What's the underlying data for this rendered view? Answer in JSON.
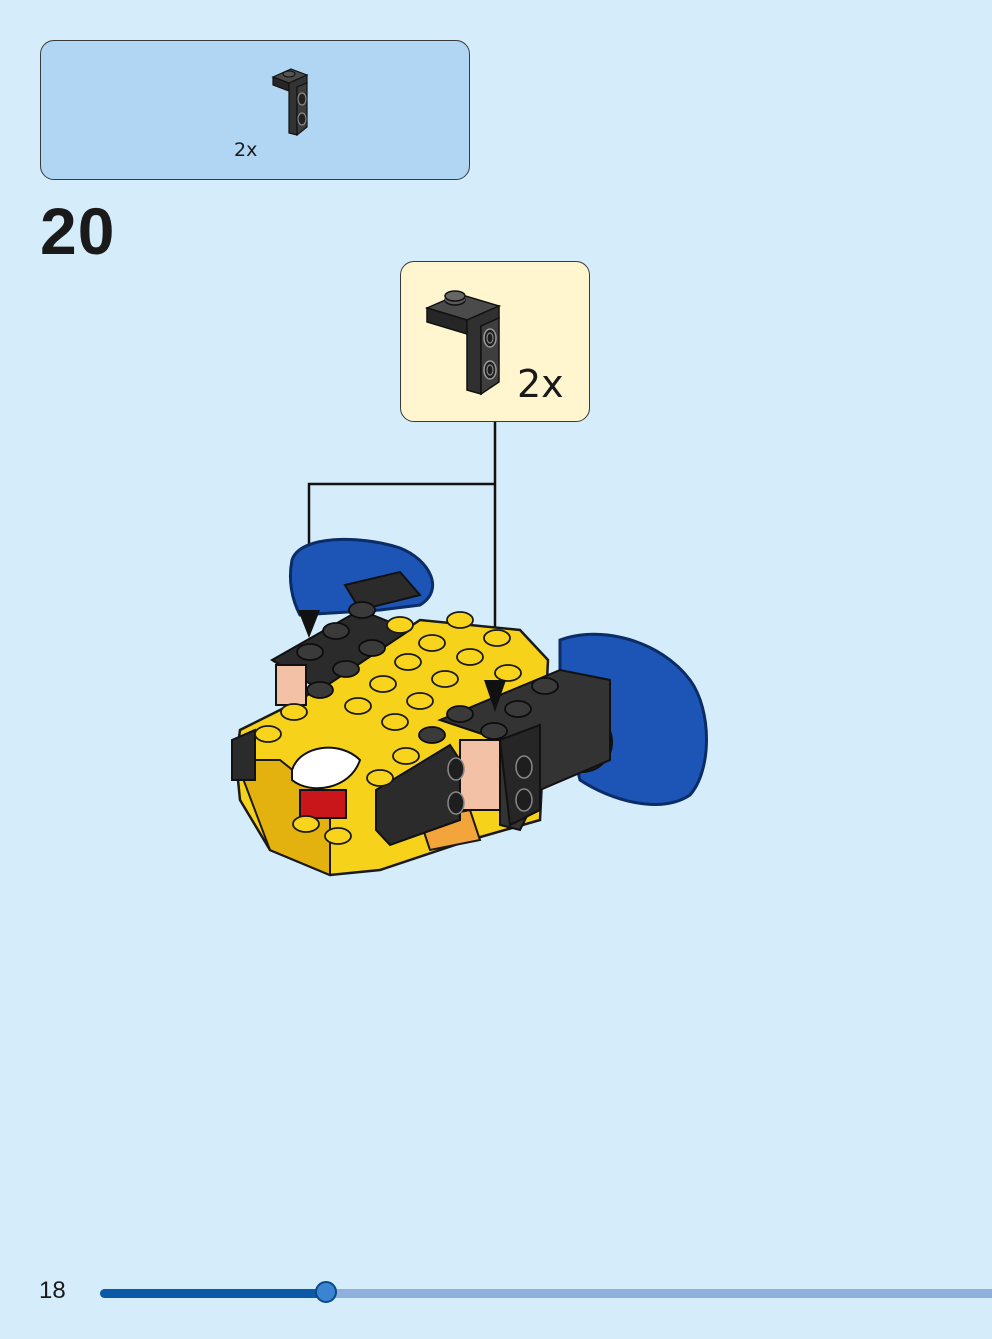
{
  "parts_list": {
    "count_label": "2x",
    "piece_icon": "bracket-1x2-2x2-dark-grey-icon"
  },
  "step": {
    "number": "20"
  },
  "callout": {
    "count_label": "2x",
    "piece_icon": "bracket-1x2-2x2-dark-grey-icon"
  },
  "model": {
    "icon": "yellow-fish-model-icon"
  },
  "footer": {
    "page_number": "18",
    "progress_fraction": 0.253
  },
  "colors": {
    "background": "#d5ecfb",
    "parts_panel": "#b0d6f3",
    "callout_panel": "#fff5cf",
    "progress_fill": "#0b5aa8",
    "progress_track": "#8fb0dd",
    "brick_yellow": "#f6d21a",
    "brick_black": "#2b2b2b",
    "brick_blue": "#1c55b5",
    "brick_red": "#c8161b"
  }
}
